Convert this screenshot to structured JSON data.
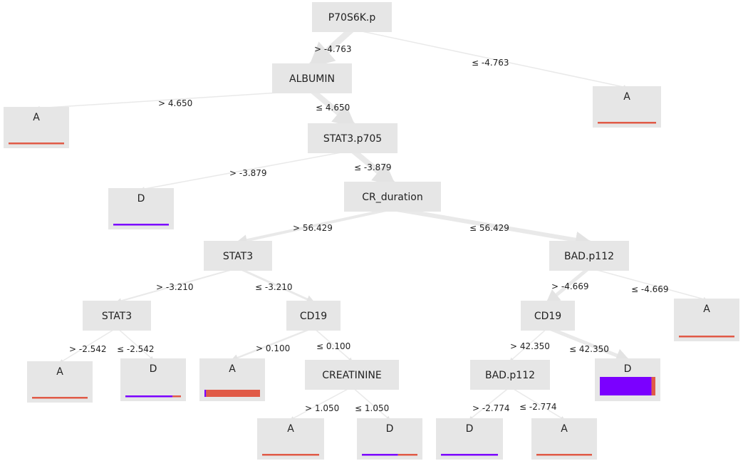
{
  "colors": {
    "class_A": "#e05a47",
    "class_D": "#7b00ff",
    "node_bg": "#e6e6e6",
    "edge": "#e9e9e9"
  },
  "tree": {
    "nodes": [
      {
        "id": "n_p70",
        "label": "P70S6K.p",
        "kind": "split"
      },
      {
        "id": "n_albumin",
        "label": "ALBUMIN",
        "kind": "split"
      },
      {
        "id": "n_leafA_root",
        "label": "A",
        "kind": "leaf",
        "dist": [
          1.0,
          0.0
        ]
      },
      {
        "id": "n_leafA_alb",
        "label": "A",
        "kind": "leaf",
        "dist": [
          1.0,
          0.0
        ]
      },
      {
        "id": "n_stat3p705",
        "label": "STAT3.p705",
        "kind": "split"
      },
      {
        "id": "n_leafD_stat3p705",
        "label": "D",
        "kind": "leaf",
        "dist": [
          0.0,
          1.0
        ]
      },
      {
        "id": "n_crdur",
        "label": "CR_duration",
        "kind": "split"
      },
      {
        "id": "n_stat3_a",
        "label": "STAT3",
        "kind": "split"
      },
      {
        "id": "n_badp112_a",
        "label": "BAD.p112",
        "kind": "split"
      },
      {
        "id": "n_stat3_b",
        "label": "STAT3",
        "kind": "split"
      },
      {
        "id": "n_cd19_a",
        "label": "CD19",
        "kind": "split"
      },
      {
        "id": "n_cd19_b",
        "label": "CD19",
        "kind": "split"
      },
      {
        "id": "n_leafA_bad",
        "label": "A",
        "kind": "leaf",
        "dist": [
          1.0,
          0.0
        ]
      },
      {
        "id": "n_leafA_stat3b",
        "label": "A",
        "kind": "leaf",
        "dist": [
          1.0,
          0.0
        ]
      },
      {
        "id": "n_leafD_stat3b",
        "label": "D",
        "kind": "leaf",
        "dist": [
          0.15,
          0.85
        ]
      },
      {
        "id": "n_leafA_cd19a",
        "label": "A",
        "kind": "leaf",
        "dist": [
          0.97,
          0.03
        ]
      },
      {
        "id": "n_creat",
        "label": "CREATININE",
        "kind": "split"
      },
      {
        "id": "n_badp112_b",
        "label": "BAD.p112",
        "kind": "split"
      },
      {
        "id": "n_leafD_cd19b",
        "label": "D",
        "kind": "leaf",
        "dist": [
          0.07,
          0.93
        ]
      },
      {
        "id": "n_leafA_creat",
        "label": "A",
        "kind": "leaf",
        "dist": [
          1.0,
          0.0
        ]
      },
      {
        "id": "n_leafD_creat",
        "label": "D",
        "kind": "leaf",
        "dist": [
          0.35,
          0.65
        ]
      },
      {
        "id": "n_leafD_bad2",
        "label": "D",
        "kind": "leaf",
        "dist": [
          0.0,
          1.0
        ]
      },
      {
        "id": "n_leafA_bad2",
        "label": "A",
        "kind": "leaf",
        "dist": [
          1.0,
          0.0
        ]
      }
    ],
    "edges": [
      {
        "from": "n_p70",
        "to": "n_albumin",
        "label": "> -4.763"
      },
      {
        "from": "n_p70",
        "to": "n_leafA_root",
        "label": "≤ -4.763"
      },
      {
        "from": "n_albumin",
        "to": "n_leafA_alb",
        "label": "> 4.650"
      },
      {
        "from": "n_albumin",
        "to": "n_stat3p705",
        "label": "≤ 4.650"
      },
      {
        "from": "n_stat3p705",
        "to": "n_leafD_stat3p705",
        "label": "> -3.879"
      },
      {
        "from": "n_stat3p705",
        "to": "n_crdur",
        "label": "≤ -3.879"
      },
      {
        "from": "n_crdur",
        "to": "n_stat3_a",
        "label": "> 56.429"
      },
      {
        "from": "n_crdur",
        "to": "n_badp112_a",
        "label": "≤ 56.429"
      },
      {
        "from": "n_stat3_a",
        "to": "n_stat3_b",
        "label": "> -3.210"
      },
      {
        "from": "n_stat3_a",
        "to": "n_cd19_a",
        "label": "≤ -3.210"
      },
      {
        "from": "n_badp112_a",
        "to": "n_cd19_b",
        "label": "> -4.669"
      },
      {
        "from": "n_badp112_a",
        "to": "n_leafA_bad",
        "label": "≤ -4.669"
      },
      {
        "from": "n_stat3_b",
        "to": "n_leafA_stat3b",
        "label": "> -2.542"
      },
      {
        "from": "n_stat3_b",
        "to": "n_leafD_stat3b",
        "label": "≤ -2.542"
      },
      {
        "from": "n_cd19_a",
        "to": "n_leafA_cd19a",
        "label": "> 0.100"
      },
      {
        "from": "n_cd19_a",
        "to": "n_creat",
        "label": "≤ 0.100"
      },
      {
        "from": "n_cd19_b",
        "to": "n_badp112_b",
        "label": "> 42.350"
      },
      {
        "from": "n_cd19_b",
        "to": "n_leafD_cd19b",
        "label": "≤ 42.350"
      },
      {
        "from": "n_creat",
        "to": "n_leafA_creat",
        "label": "> 1.050"
      },
      {
        "from": "n_creat",
        "to": "n_leafD_creat",
        "label": "≤ 1.050"
      },
      {
        "from": "n_badp112_b",
        "to": "n_leafD_bad2",
        "label": "> -2.774"
      },
      {
        "from": "n_badp112_b",
        "to": "n_leafA_bad2",
        "label": "≤ -2.774"
      }
    ]
  }
}
